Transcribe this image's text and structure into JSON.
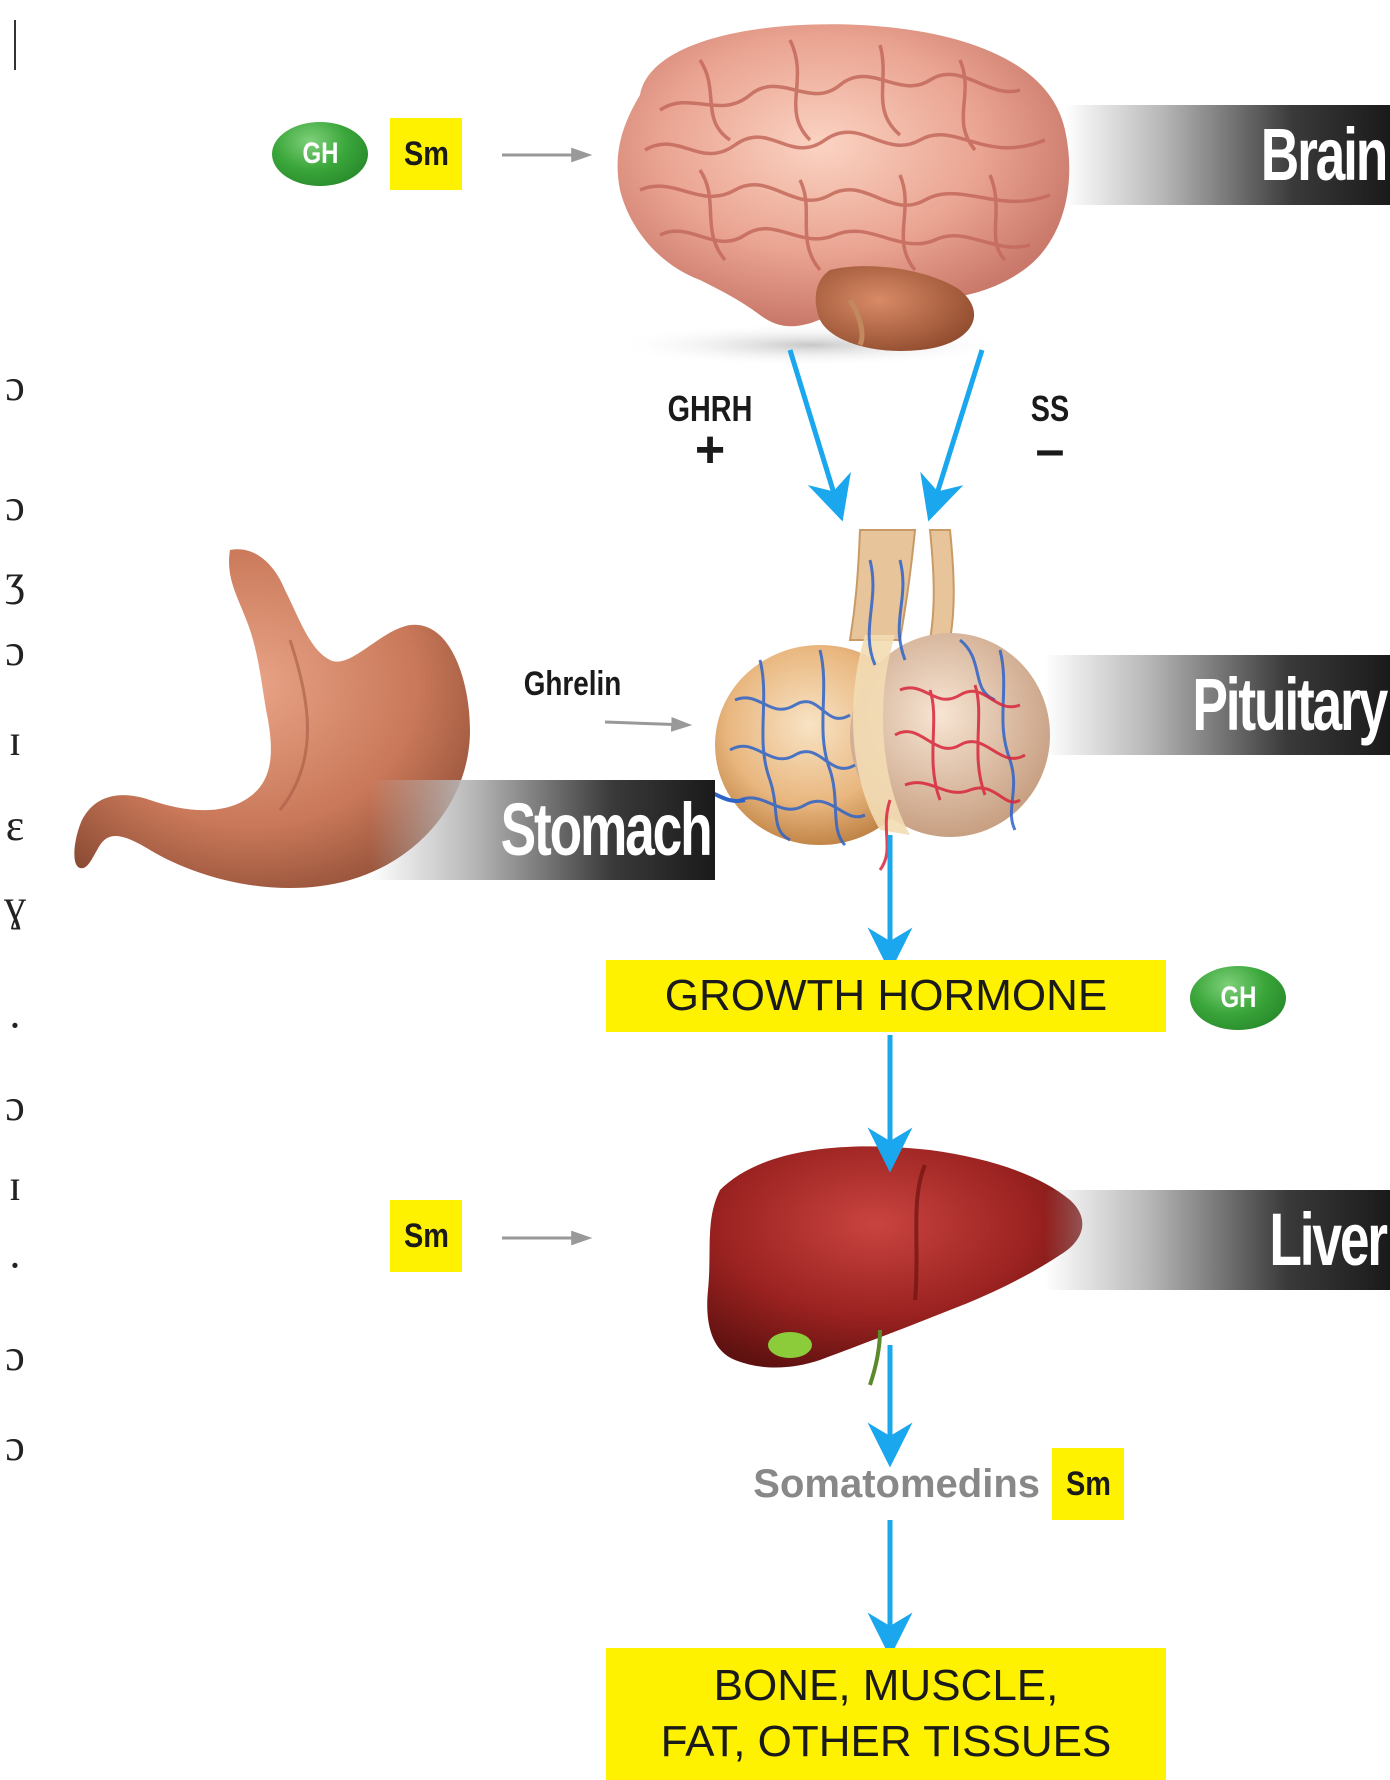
{
  "labels": {
    "brain": "Brain",
    "pituitary": "Pituitary",
    "stomach": "Stomach",
    "liver": "Liver"
  },
  "badges": {
    "gh": "GH",
    "sm": "Sm"
  },
  "signals": {
    "ghrh": "GHRH",
    "ghrh_sign": "+",
    "ss": "SS",
    "ss_sign": "–",
    "ghrelin": "Ghrelin",
    "somatomedins": "Somatomedins"
  },
  "boxes": {
    "growth_hormone": "GROWTH HORMONE",
    "targets_line1": "BONE, MUSCLE,",
    "targets_line2": "FAT, OTHER TISSUES"
  },
  "colors": {
    "arrow_blue": "#1aa7ee",
    "highlight_yellow": "#fff200",
    "gh_green": "#3aa63a",
    "grey_text": "#888888"
  }
}
